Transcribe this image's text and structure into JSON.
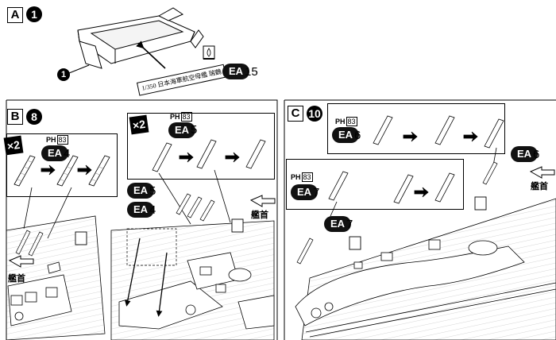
{
  "panels": [
    {
      "id": "A",
      "label": "A",
      "step": "1"
    },
    {
      "id": "B",
      "label": "B",
      "step": "8"
    },
    {
      "id": "C",
      "label": "C",
      "step": "10"
    }
  ],
  "panel_a": {
    "part_label": "1",
    "nameplate_text": "1/350 日本海軍航空母艦 瑞鶴",
    "ea_code": "EA",
    "ea_number": "15"
  },
  "panel_b": {
    "left_box": {
      "multiplier": "×2",
      "ph_prefix": "PH",
      "ph_num": "83",
      "ea_code": "EA",
      "ea_number": "4"
    },
    "right_box": {
      "multiplier": "×2",
      "ph_prefix": "PH",
      "ph_num": "83",
      "ea_code": "EA",
      "ea_number": "5"
    },
    "callout_ea5": {
      "ea_code": "EA",
      "ea_number": "5"
    },
    "callout_ea4": {
      "ea_code": "EA",
      "ea_number": "4"
    },
    "bow_label_right": "艦首",
    "bow_label_left": "艦首"
  },
  "panel_c": {
    "top_box": {
      "ph_prefix": "PH",
      "ph_num": "83",
      "ea_code": "EA",
      "ea_number": "6"
    },
    "mid_box": {
      "ph_prefix": "PH",
      "ph_num": "83",
      "ea_code": "EA",
      "ea_number": "7"
    },
    "callout_ea6": {
      "ea_code": "EA",
      "ea_number": "6"
    },
    "callout_ea7": {
      "ea_code": "EA",
      "ea_number": "7"
    },
    "bow_label": "艦首"
  }
}
